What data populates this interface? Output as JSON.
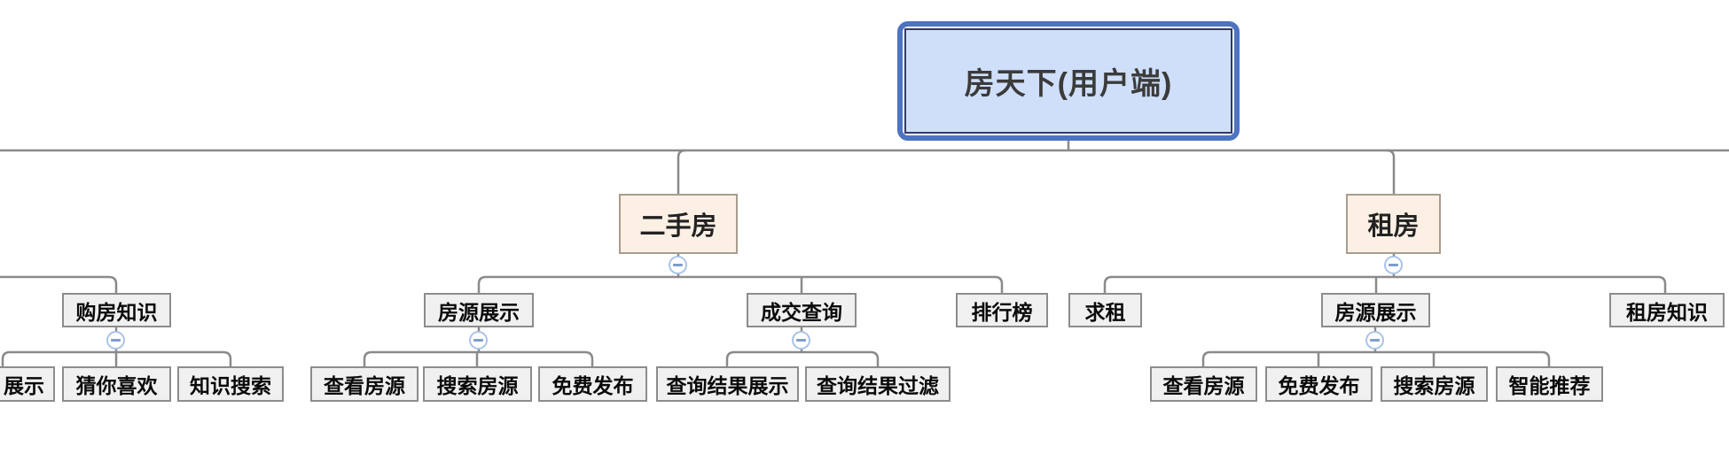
{
  "colors": {
    "line_color": "#8a8a8a",
    "root_border": "#4d73c1",
    "root_inner_border": "#313b5e",
    "root_fill": "#cfdff9",
    "branch_fill": "#fcf0e5",
    "branch_border": "#a89c8c",
    "leaf_fill": "#f0f0f0",
    "leaf_border": "#8c8c8c",
    "collapse_border": "#aac4e8",
    "collapse_glyph": "#7f9dca"
  },
  "icons": {
    "collapse": "minus-circle"
  },
  "tree": {
    "root": {
      "label": "房天下(用户端)"
    },
    "left_branch": {
      "children": [
        {
          "label": "购房知识",
          "children": [
            {
              "label": "展示"
            },
            {
              "label": "猜你喜欢"
            },
            {
              "label": "知识搜索"
            }
          ]
        }
      ]
    },
    "branches": [
      {
        "label": "二手房",
        "children": [
          {
            "label": "房源展示",
            "children": [
              {
                "label": "查看房源"
              },
              {
                "label": "搜索房源"
              },
              {
                "label": "免费发布"
              }
            ]
          },
          {
            "label": "成交查询",
            "children": [
              {
                "label": "查询结果展示"
              },
              {
                "label": "查询结果过滤"
              }
            ]
          },
          {
            "label": "排行榜"
          }
        ]
      },
      {
        "label": "租房",
        "children": [
          {
            "label": "求租"
          },
          {
            "label": "房源展示",
            "children": [
              {
                "label": "查看房源"
              },
              {
                "label": "免费发布"
              },
              {
                "label": "搜索房源"
              },
              {
                "label": "智能推荐"
              }
            ]
          },
          {
            "label": "租房知识"
          }
        ]
      }
    ]
  }
}
